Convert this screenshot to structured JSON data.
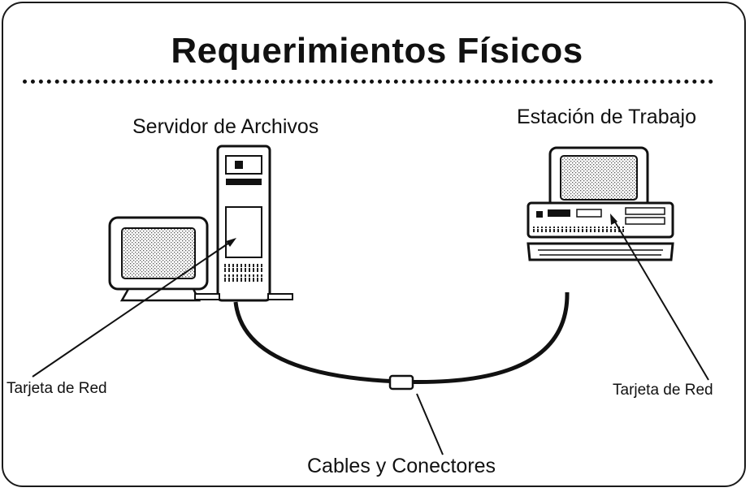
{
  "title": "Requerimientos Físicos",
  "labels": {
    "server": "Servidor de Archivos",
    "workstation": "Estación de Trabajo",
    "nic_left": "Tarjeta de Red",
    "nic_right": "Tarjeta de Red",
    "cables": "Cables y Conectores"
  },
  "icons": {
    "server": "file-server-tower-icon",
    "server_monitor": "monitor-icon",
    "workstation": "desktop-computer-icon",
    "connector": "cable-connector-icon"
  }
}
